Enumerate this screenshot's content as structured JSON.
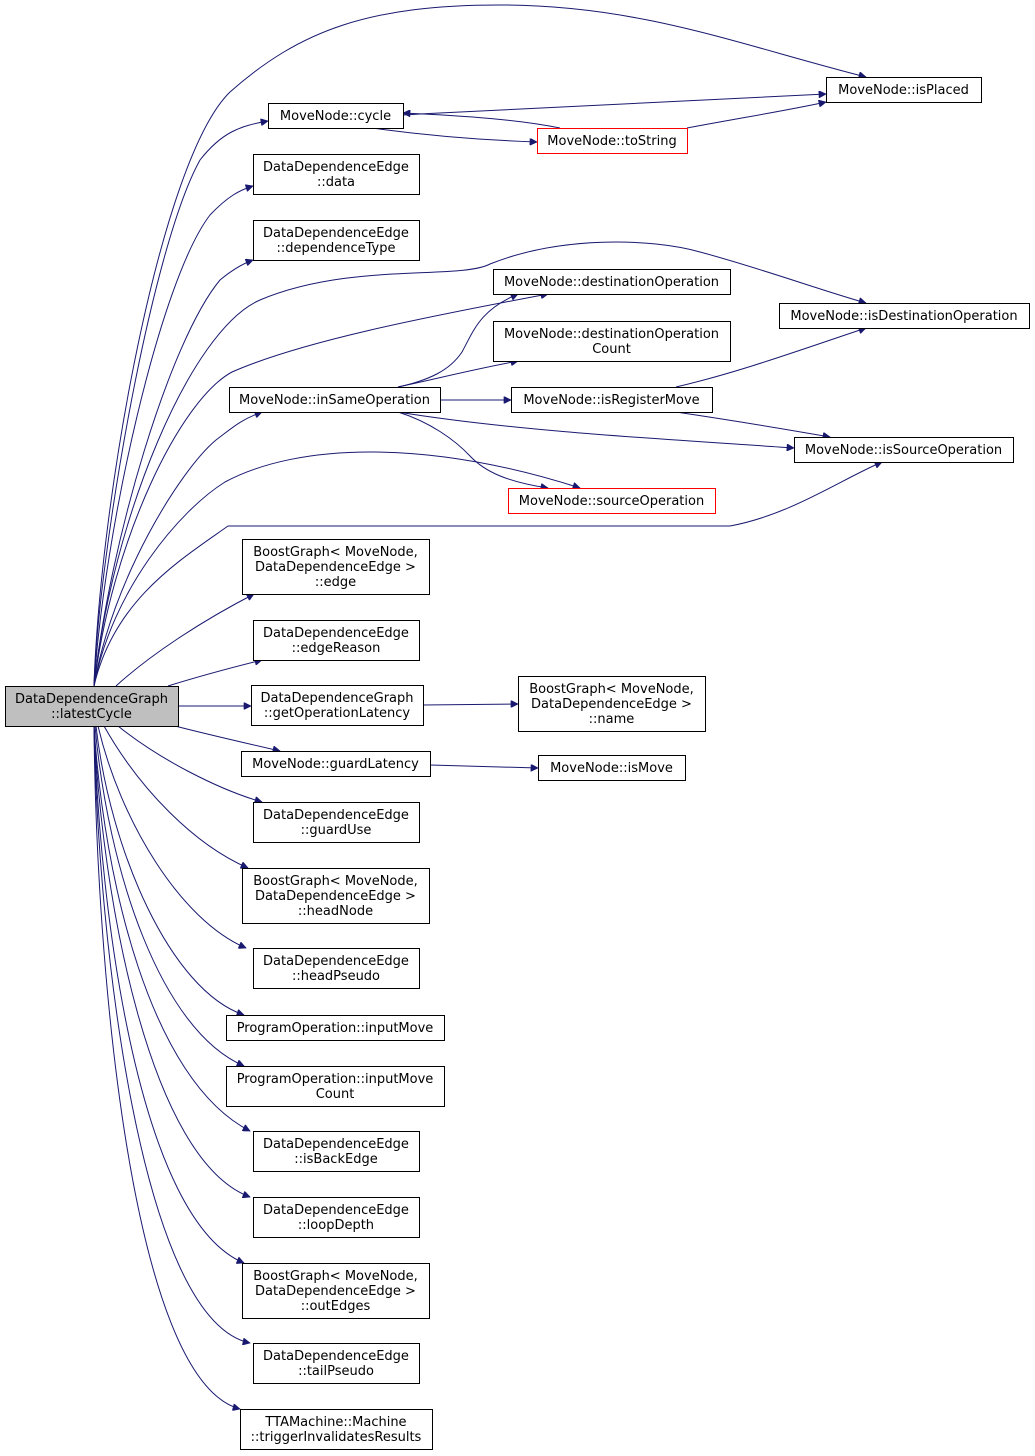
{
  "graph": {
    "edge_color": "#191970",
    "nodes": [
      {
        "id": "root",
        "lines": [
          "DataDependenceGraph",
          "::latestCycle"
        ],
        "style": "root"
      },
      {
        "id": "cycle",
        "lines": [
          "MoveNode::cycle"
        ]
      },
      {
        "id": "isPlaced",
        "lines": [
          "MoveNode::isPlaced"
        ]
      },
      {
        "id": "toString",
        "lines": [
          "MoveNode::toString"
        ],
        "style": "red"
      },
      {
        "id": "data",
        "lines": [
          "DataDependenceEdge",
          "::data"
        ]
      },
      {
        "id": "dependenceType",
        "lines": [
          "DataDependenceEdge",
          "::dependenceType"
        ]
      },
      {
        "id": "destinationOperation",
        "lines": [
          "MoveNode::destinationOperation"
        ]
      },
      {
        "id": "isDestinationOperation",
        "lines": [
          "MoveNode::isDestinationOperation"
        ]
      },
      {
        "id": "destinationOperationCount",
        "lines": [
          "MoveNode::destinationOperation",
          "Count"
        ]
      },
      {
        "id": "inSameOperation",
        "lines": [
          "MoveNode::inSameOperation"
        ]
      },
      {
        "id": "isRegisterMove",
        "lines": [
          "MoveNode::isRegisterMove"
        ]
      },
      {
        "id": "isSourceOperation",
        "lines": [
          "MoveNode::isSourceOperation"
        ]
      },
      {
        "id": "sourceOperation",
        "lines": [
          "MoveNode::sourceOperation"
        ],
        "style": "red"
      },
      {
        "id": "edge",
        "lines": [
          "BoostGraph< MoveNode,",
          "DataDependenceEdge >",
          "::edge"
        ]
      },
      {
        "id": "edgeReason",
        "lines": [
          "DataDependenceEdge",
          "::edgeReason"
        ]
      },
      {
        "id": "getOperationLatency",
        "lines": [
          "DataDependenceGraph",
          "::getOperationLatency"
        ]
      },
      {
        "id": "name",
        "lines": [
          "BoostGraph< MoveNode,",
          "DataDependenceEdge >",
          "::name"
        ]
      },
      {
        "id": "guardLatency",
        "lines": [
          "MoveNode::guardLatency"
        ]
      },
      {
        "id": "isMove",
        "lines": [
          "MoveNode::isMove"
        ]
      },
      {
        "id": "guardUse",
        "lines": [
          "DataDependenceEdge",
          "::guardUse"
        ]
      },
      {
        "id": "headNode",
        "lines": [
          "BoostGraph< MoveNode,",
          "DataDependenceEdge >",
          "::headNode"
        ]
      },
      {
        "id": "headPseudo",
        "lines": [
          "DataDependenceEdge",
          "::headPseudo"
        ]
      },
      {
        "id": "inputMove",
        "lines": [
          "ProgramOperation::inputMove"
        ]
      },
      {
        "id": "inputMoveCount",
        "lines": [
          "ProgramOperation::inputMove",
          "Count"
        ]
      },
      {
        "id": "isBackEdge",
        "lines": [
          "DataDependenceEdge",
          "::isBackEdge"
        ]
      },
      {
        "id": "loopDepth",
        "lines": [
          "DataDependenceEdge",
          "::loopDepth"
        ]
      },
      {
        "id": "outEdges",
        "lines": [
          "BoostGraph< MoveNode,",
          "DataDependenceEdge >",
          "::outEdges"
        ]
      },
      {
        "id": "tailPseudo",
        "lines": [
          "DataDependenceEdge",
          "::tailPseudo"
        ]
      },
      {
        "id": "triggerInvalidatesResults",
        "lines": [
          "TTAMachine::Machine",
          "::triggerInvalidatesResults"
        ]
      }
    ],
    "edges": [
      {
        "from": "root",
        "to": "cycle"
      },
      {
        "from": "root",
        "to": "isPlaced"
      },
      {
        "from": "cycle",
        "to": "isPlaced"
      },
      {
        "from": "cycle",
        "to": "toString"
      },
      {
        "from": "toString",
        "to": "cycle"
      },
      {
        "from": "toString",
        "to": "isPlaced"
      },
      {
        "from": "root",
        "to": "data"
      },
      {
        "from": "root",
        "to": "dependenceType"
      },
      {
        "from": "root",
        "to": "destinationOperation"
      },
      {
        "from": "root",
        "to": "isDestinationOperation"
      },
      {
        "from": "root",
        "to": "inSameOperation"
      },
      {
        "from": "inSameOperation",
        "to": "destinationOperation"
      },
      {
        "from": "inSameOperation",
        "to": "destinationOperationCount"
      },
      {
        "from": "inSameOperation",
        "to": "isRegisterMove"
      },
      {
        "from": "inSameOperation",
        "to": "isSourceOperation"
      },
      {
        "from": "inSameOperation",
        "to": "sourceOperation"
      },
      {
        "from": "isRegisterMove",
        "to": "isDestinationOperation"
      },
      {
        "from": "isRegisterMove",
        "to": "isSourceOperation"
      },
      {
        "from": "root",
        "to": "sourceOperation"
      },
      {
        "from": "root",
        "to": "isSourceOperation"
      },
      {
        "from": "root",
        "to": "edge"
      },
      {
        "from": "root",
        "to": "edgeReason"
      },
      {
        "from": "root",
        "to": "getOperationLatency"
      },
      {
        "from": "getOperationLatency",
        "to": "name"
      },
      {
        "from": "root",
        "to": "guardLatency"
      },
      {
        "from": "guardLatency",
        "to": "isMove"
      },
      {
        "from": "root",
        "to": "guardUse"
      },
      {
        "from": "root",
        "to": "headNode"
      },
      {
        "from": "root",
        "to": "headPseudo"
      },
      {
        "from": "root",
        "to": "inputMove"
      },
      {
        "from": "root",
        "to": "inputMoveCount"
      },
      {
        "from": "root",
        "to": "isBackEdge"
      },
      {
        "from": "root",
        "to": "loopDepth"
      },
      {
        "from": "root",
        "to": "outEdges"
      },
      {
        "from": "root",
        "to": "tailPseudo"
      },
      {
        "from": "root",
        "to": "triggerInvalidatesResults"
      }
    ]
  }
}
